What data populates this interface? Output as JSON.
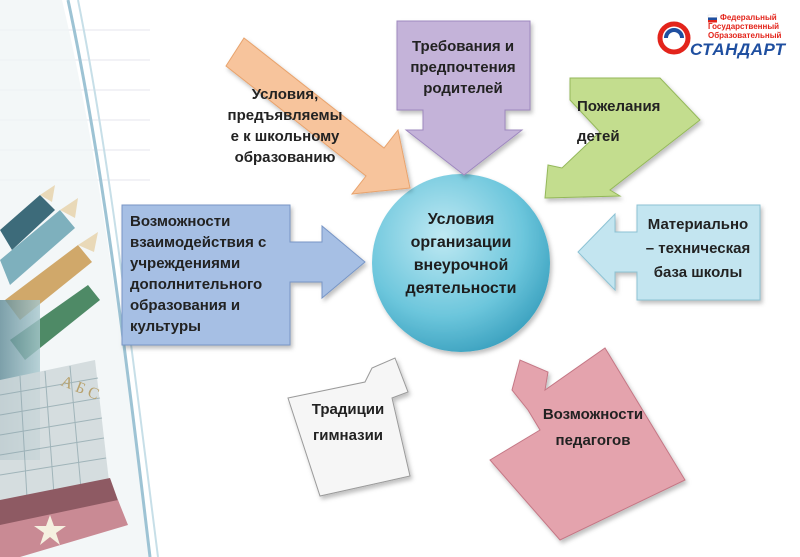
{
  "center": {
    "lines": [
      "Условия",
      "организации",
      "внеурочной",
      "деятельности"
    ]
  },
  "factors": {
    "requirements": {
      "lines": [
        "Условия,",
        "предъявляемы",
        "е к школьному",
        "образованию"
      ],
      "color": "#f7c49c"
    },
    "parents": {
      "lines": [
        "Требования и",
        "предпочтения",
        "родителей"
      ],
      "color": "#c4b3d9"
    },
    "children": {
      "lines": [
        "Пожелания",
        "детей"
      ],
      "color": "#c3dd8e"
    },
    "cooperation": {
      "lines": [
        "Возможности",
        "взаимодействия с",
        "учреждениями",
        "дополнительного",
        "образования и",
        "культуры"
      ],
      "color": "#a6bfe4"
    },
    "material": {
      "lines": [
        "Материально",
        "– техническая",
        "база школы"
      ],
      "color": "#c3e5f0"
    },
    "traditions": {
      "lines": [
        "Традиции",
        "гимназии"
      ],
      "color": "#f6f6f6"
    },
    "teachers": {
      "lines": [
        "Возможности",
        "педагогов"
      ],
      "color": "#e4a3ad"
    }
  },
  "logo": {
    "line1": "Федеральный",
    "line2": "Государственный",
    "line3": "Образовательный",
    "word": "СТАНДАРТ",
    "color": "#e3241b",
    "blue": "#1f4fa0"
  },
  "decor": {
    "letters": "А Б С",
    "icons": [
      "pencils-illustration",
      "notebook-lines",
      "pencil-cup"
    ]
  }
}
